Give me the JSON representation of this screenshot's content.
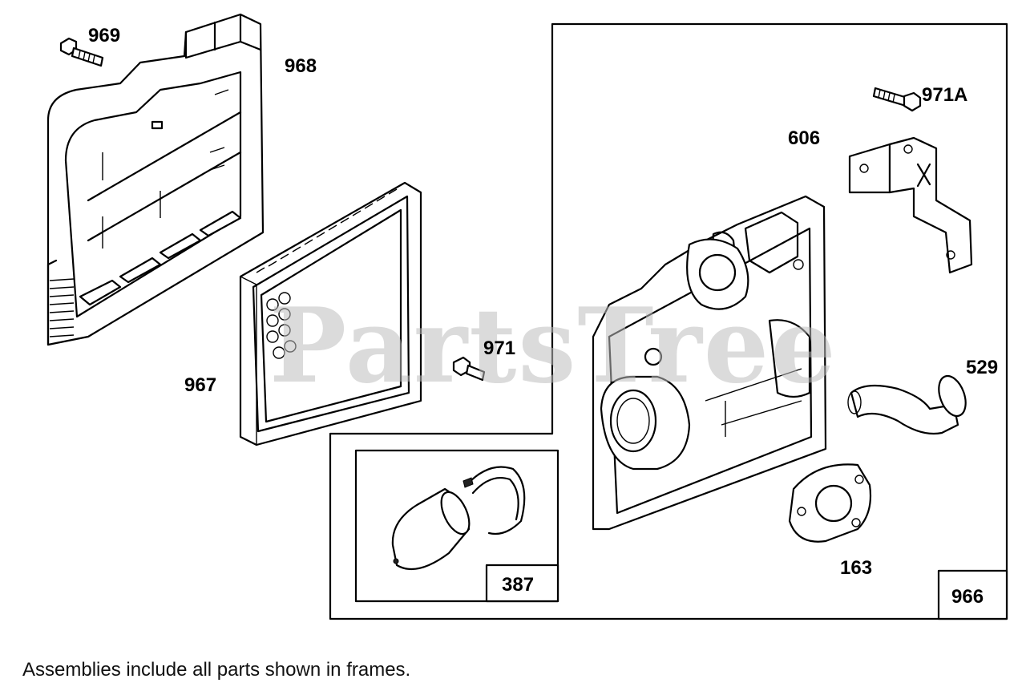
{
  "watermark": "PartsTree",
  "caption": "Assemblies include all parts shown in frames.",
  "parts": {
    "p969": "969",
    "p968": "968",
    "p967": "967",
    "p971": "971",
    "p971a": "971A",
    "p606": "606",
    "p529": "529",
    "p163": "163"
  },
  "frames": {
    "f387": "387",
    "f966": "966"
  }
}
